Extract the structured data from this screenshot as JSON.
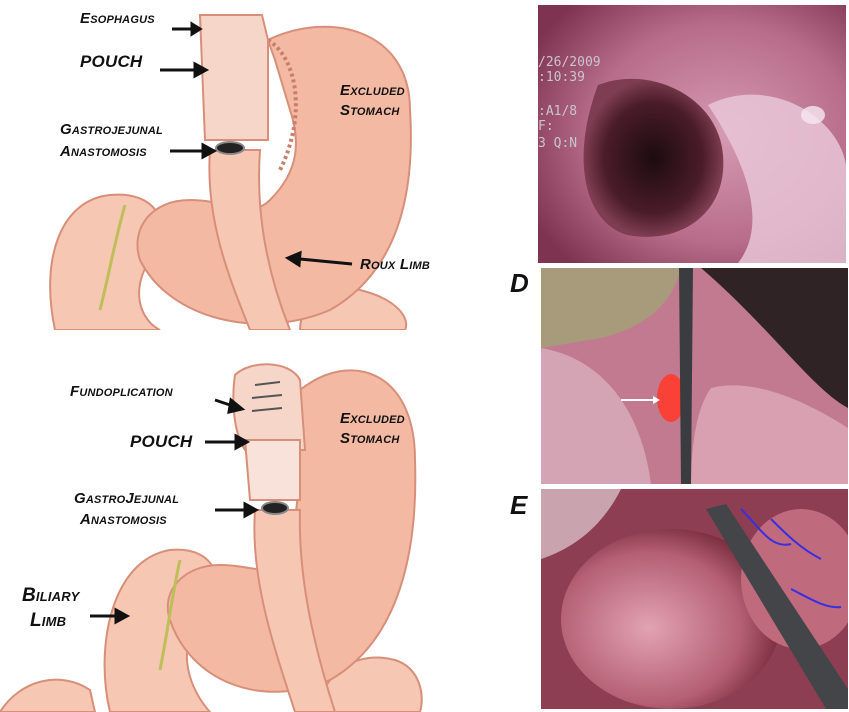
{
  "top_diagram": {
    "labels": {
      "esophagus": "Esophagus",
      "pouch": "POUCH",
      "excluded_stomach_line1": "Excluded",
      "excluded_stomach_line2": "Stomach",
      "gj_line1": "Gastrojejunal",
      "gj_line2": "Anastomosis",
      "roux_limb": "Roux Limb"
    }
  },
  "bottom_diagram": {
    "labels": {
      "fundoplication": "Fundoplication",
      "pouch": "POUCH",
      "excluded_stomach_line1": "Excluded",
      "excluded_stomach_line2": "Stomach",
      "gj_line1": "GastroJejunal",
      "gj_line2": "Anastomosis",
      "biliary_line1": "Biliary",
      "biliary_line2": "Limb"
    }
  },
  "photos": {
    "endoscopy_overlay": [
      "/26/2009",
      ":10:39",
      "",
      ":A1/8",
      "F:",
      "3 Q:N"
    ],
    "panel_d_letter": "D",
    "panel_e_letter": "E"
  },
  "colors": {
    "stomach": "#f3b9a3",
    "stomach_shade": "#e79b82",
    "intestine": "#f6c7b3",
    "endoscopy_bg": "#9b4b68",
    "laparoscopy_bg": "#b86b82"
  }
}
